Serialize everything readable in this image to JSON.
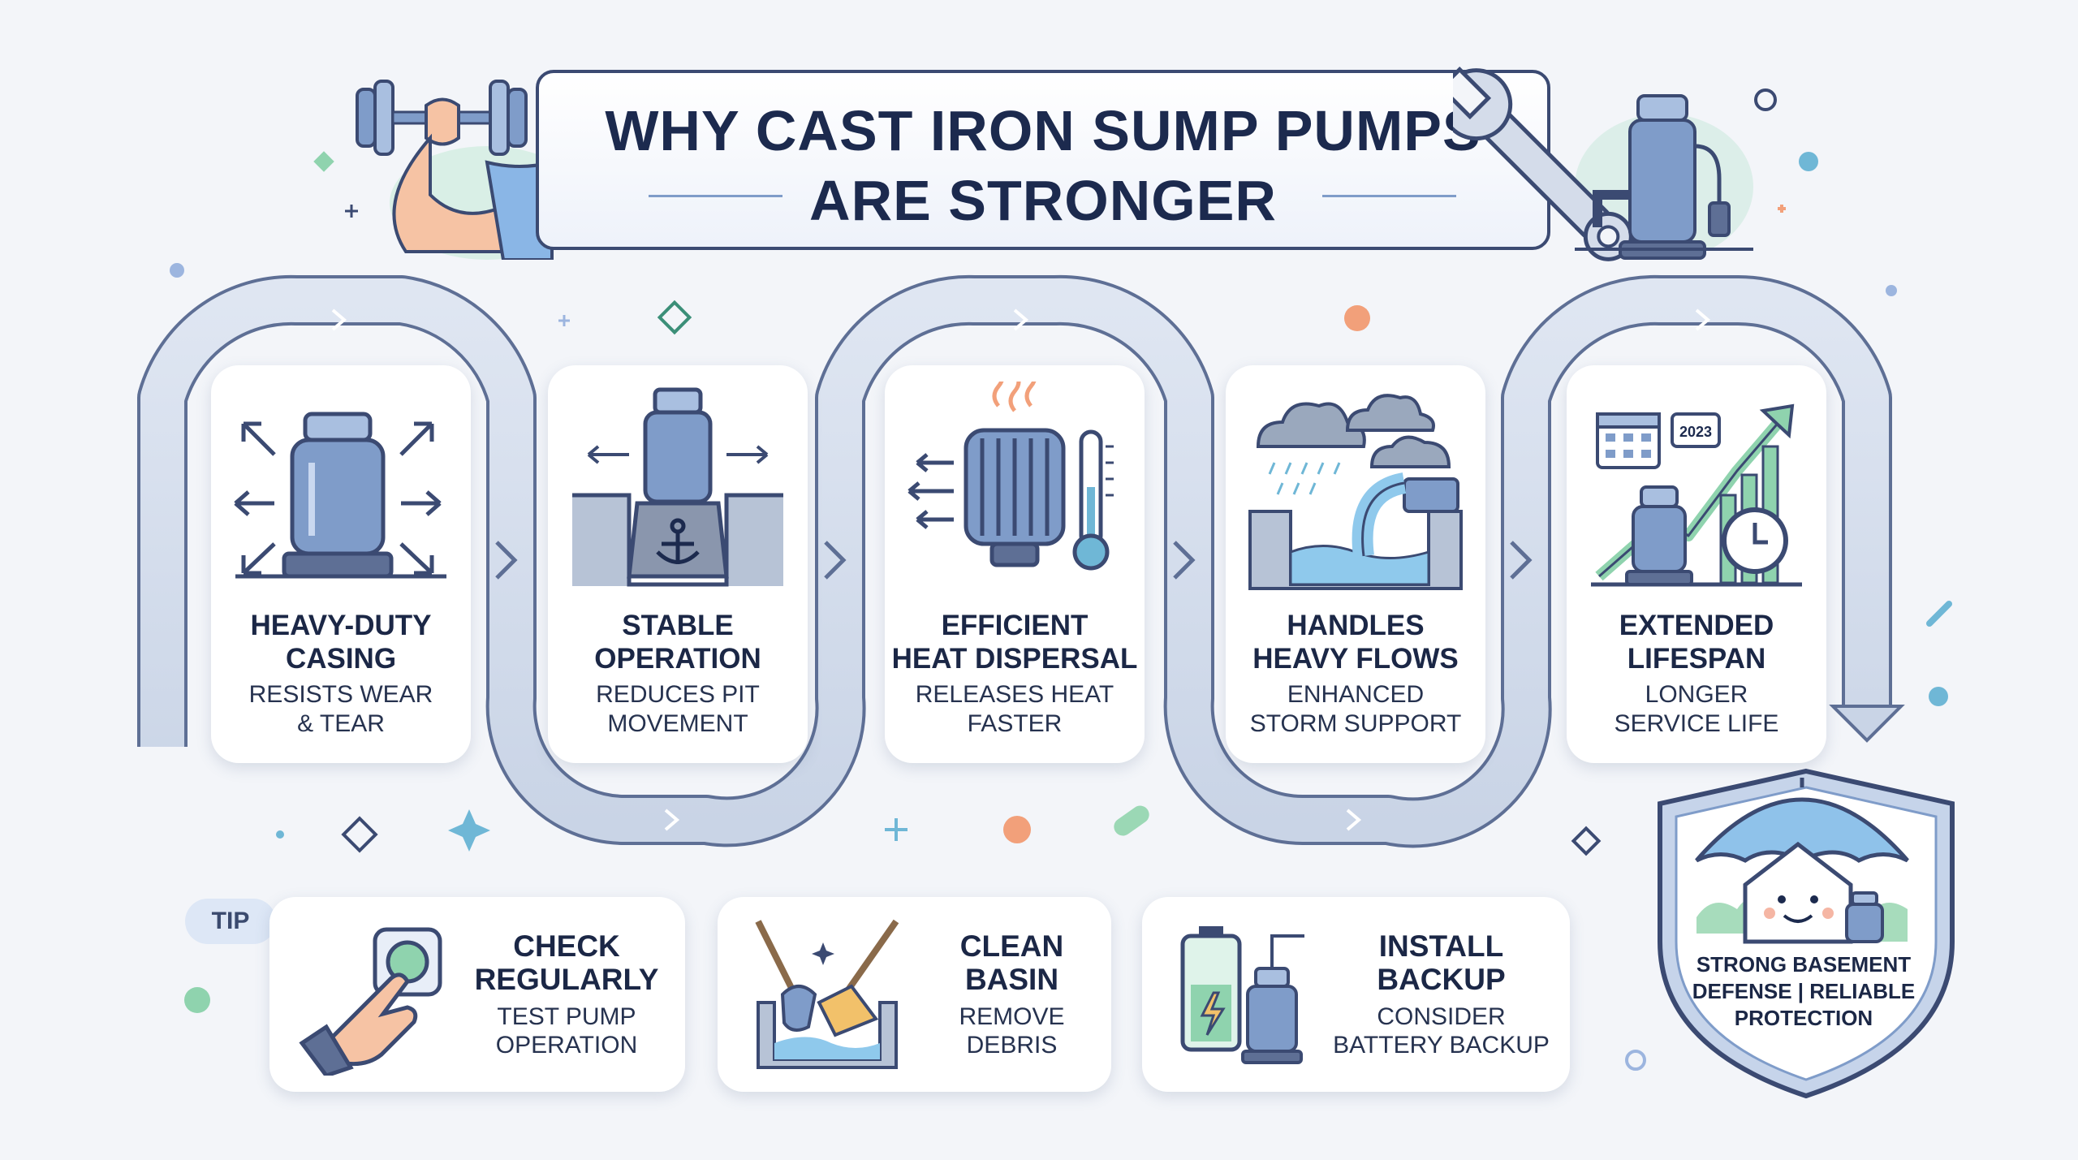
{
  "header": {
    "title_line1": "WHY CAST IRON SUMP PUMPS",
    "title_line2": "ARE STRONGER"
  },
  "steps": [
    {
      "title_line1": "HEAVY-DUTY",
      "title_line2": "CASING",
      "sub_line1": "RESISTS WEAR",
      "sub_line2": "& TEAR",
      "icon": "expanding-pump-icon"
    },
    {
      "title_line1": "STABLE",
      "title_line2": "OPERATION",
      "sub_line1": "REDUCES PIT",
      "sub_line2": "MOVEMENT",
      "icon": "anchored-pump-icon"
    },
    {
      "title_line1": "EFFICIENT",
      "title_line2": "HEAT DISPERSAL",
      "sub_line1": "RELEASES HEAT",
      "sub_line2": "FASTER",
      "icon": "heat-motor-thermometer-icon"
    },
    {
      "title_line1": "HANDLES",
      "title_line2": "HEAVY FLOWS",
      "sub_line1": "ENHANCED",
      "sub_line2": "STORM SUPPORT",
      "icon": "storm-pipe-icon"
    },
    {
      "title_line1": "EXTENDED",
      "title_line2": "LIFESPAN",
      "sub_line1": "LONGER",
      "sub_line2": "SERVICE LIFE",
      "icon": "calendar-growth-icon",
      "calendar_year": "2023"
    }
  ],
  "tips": {
    "tag": "TIP",
    "items": [
      {
        "title_line1": "CHECK",
        "title_line2": "REGULARLY",
        "sub_line1": "TEST PUMP",
        "sub_line2": "OPERATION",
        "icon": "hand-press-button-icon"
      },
      {
        "title_line1": "CLEAN",
        "title_line2": "BASIN",
        "sub_line1": "REMOVE",
        "sub_line2": "DEBRIS",
        "icon": "shovel-broom-icon"
      },
      {
        "title_line1": "INSTALL",
        "title_line2": "BACKUP",
        "sub_line1": "CONSIDER",
        "sub_line2": "BATTERY BACKUP",
        "icon": "battery-pump-icon"
      }
    ]
  },
  "shield": {
    "line1": "STRONG BASEMENT",
    "line2": "DEFENSE | RELIABLE",
    "line3": "PROTECTION",
    "icon": "house-umbrella-shield-icon"
  },
  "colors": {
    "navy": "#1c2a4e",
    "pump_blue": "#7f9cc9",
    "track": "#c7d3e6",
    "accent_orange": "#f2a07a",
    "accent_green": "#8fd3ae",
    "accent_teal": "#6fb7d6"
  }
}
